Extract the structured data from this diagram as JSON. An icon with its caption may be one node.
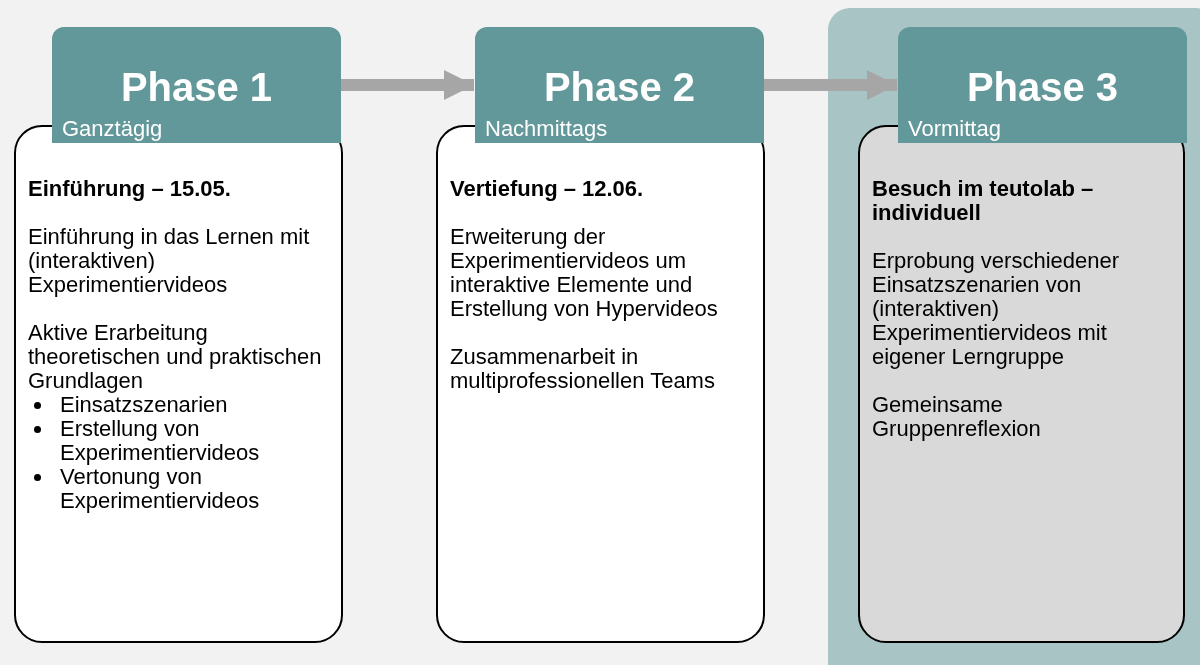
{
  "diagram": {
    "nodes": [
      {
        "text": [
          "Phase 1",
          "Ganztägig"
        ]
      },
      {
        "text": [
          "Einführung – 15.05.",
          "Einführung in das Lernen mit (interaktiven) Experimentiervideos",
          "Aktive Erarbeitung theoretischen und praktischen Grundlagen",
          "Einsatzszenarien",
          "Erstellung von Experimentiervideos",
          "Vertonung von Experimentiervideos"
        ]
      },
      {
        "text": [
          "Phase 2",
          "Nachmittags"
        ]
      },
      {
        "text": [
          "Vertiefung – 12.06.",
          "Erweiterung der Experimentiervideos um interaktive Elemente und Erstellung von Hypervideos",
          "Zusammenarbeit in multiprofessionellen Teams"
        ]
      },
      {
        "text": [
          "Phase 3",
          "Vormittag"
        ]
      },
      {
        "text": [
          "Besuch im teutolab – individuell",
          "Erprobung verschiedener Einsatzszenarien von (interaktiven) Experimentiervideos mit eigener Lerngruppe",
          "Gemeinsame Gruppenreflexion"
        ]
      }
    ],
    "edges": [
      {
        "from": 0,
        "to": 2,
        "arrow": "to"
      },
      {
        "from": 2,
        "to": 4,
        "arrow": "to"
      }
    ]
  }
}
